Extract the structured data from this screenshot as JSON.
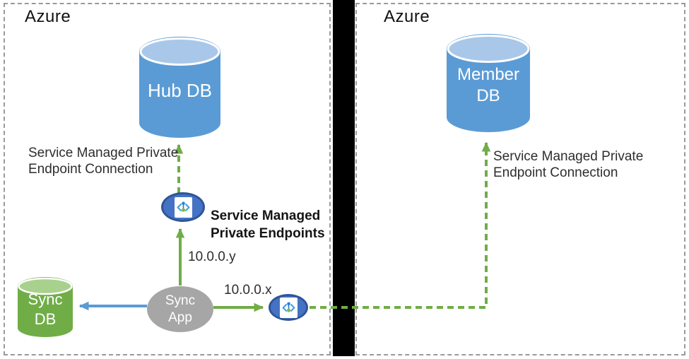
{
  "regions": {
    "left": {
      "title": "Azure"
    },
    "right": {
      "title": "Azure"
    }
  },
  "nodes": {
    "hub_db": {
      "label": "Hub DB"
    },
    "member_db": {
      "label": "Member DB"
    },
    "sync_db": {
      "label": "Sync DB"
    },
    "sync_app": {
      "label": "Sync App"
    }
  },
  "annotations": {
    "left_connection": "Service Managed Private Endpoint Connection",
    "right_connection": "Service Managed Private Endpoint Connection",
    "private_endpoints_title": "Service Managed Private Endpoints",
    "ip_y": "10.0.0.y",
    "ip_x": "10.0.0.x"
  },
  "icons": {
    "endpoint_1": "private-endpoint-icon",
    "endpoint_2": "private-endpoint-icon"
  },
  "colors": {
    "db_blue": "#5B9BD5",
    "db_blue_top": "#A9C8E9",
    "db_green": "#70AD47",
    "db_green_top": "#A9D18E",
    "app_gray": "#A6A6A6",
    "endpoint_fill": "#4472C4",
    "endpoint_border": "#2F5597",
    "arrow_green": "#70AD47",
    "arrow_blue": "#5B9BD5",
    "divider": "#000000",
    "box_border": "#9A9A9A"
  }
}
